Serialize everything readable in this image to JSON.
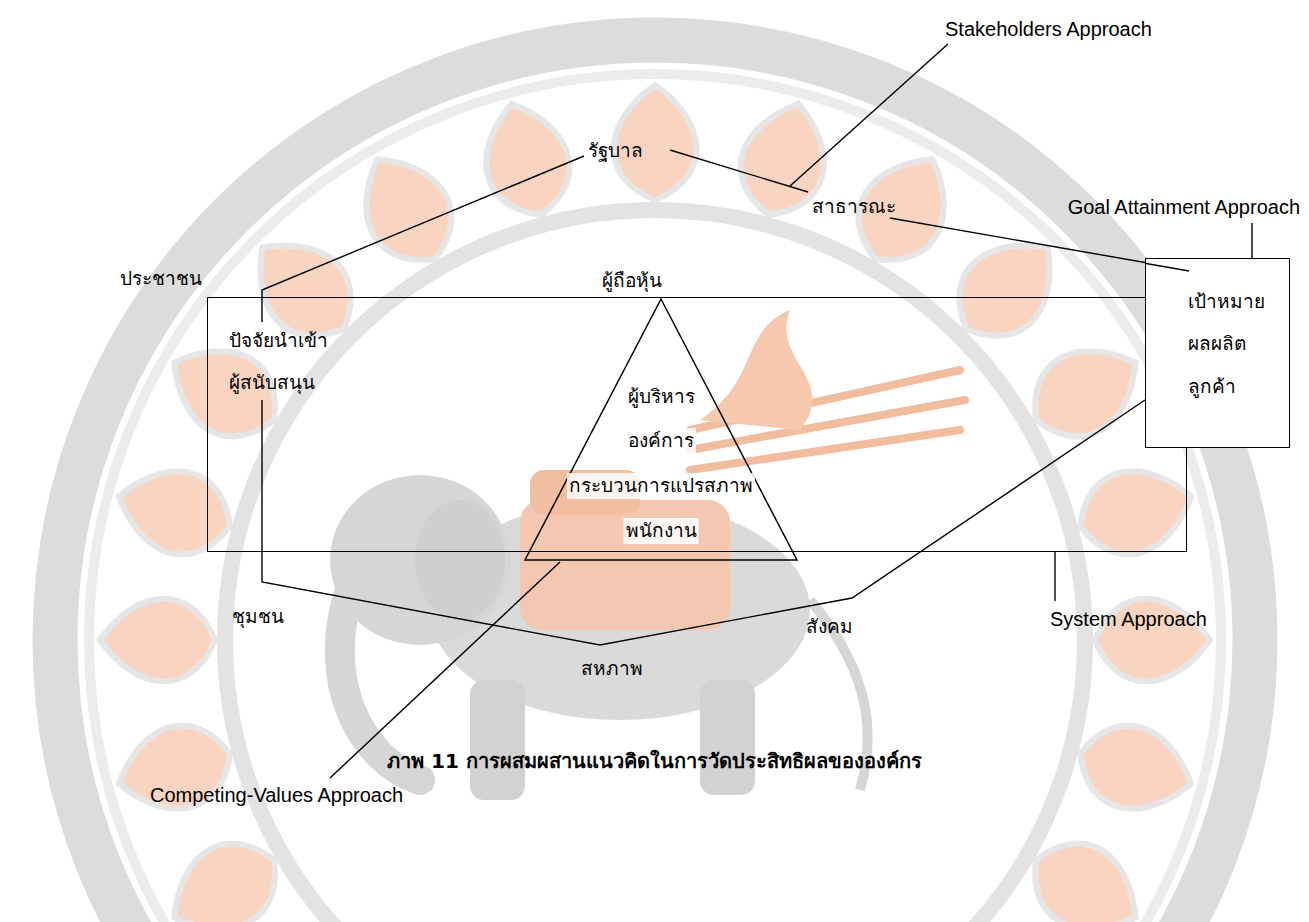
{
  "diagram": {
    "caption": "ภาพ 11 การผสมผสานแนวคิดในการวัดประสิทธิผลขององค์กร",
    "nodes": [
      {
        "text": [
          "ปัจจัยนำเข้า",
          "ผู้สนับสนุน"
        ]
      },
      {
        "text": [
          "ผู้บริหาร",
          "องค์การ",
          "กระบวนการแปรสภาพ",
          "พนักงาน"
        ],
        "in": 0
      },
      {
        "text": [
          "เป้าหมาย",
          "ผลผลิต",
          "ลูกค้า"
        ]
      }
    ],
    "edges": [
      {
        "from": 0,
        "to": 2,
        "arrow": "none"
      }
    ],
    "labels": [
      "Stakeholders Approach",
      "รัฐบาล",
      "สาธารณะ",
      "Goal Attainment Approach",
      "ประชาชน",
      "ผู้ถือหุ้น",
      "ชุมชน",
      "สังคม",
      "System Approach",
      "สหภาพ",
      "Competing-Values Approach"
    ]
  }
}
